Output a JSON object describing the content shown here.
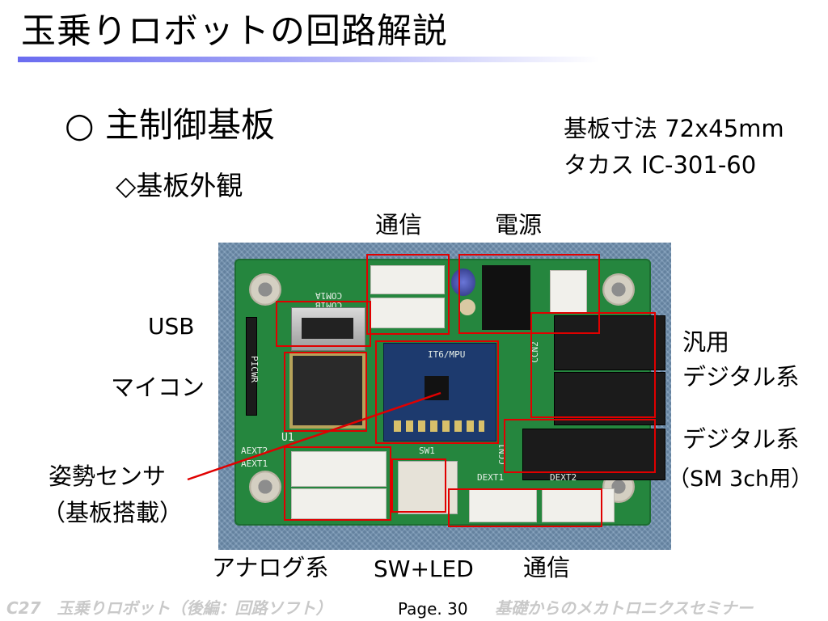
{
  "title": "玉乗りロボットの回路解説",
  "heading": "○ 主制御基板",
  "subheading": "◇基板外観",
  "board_size": "基板寸法 72x45mm",
  "board_maker": "タカス IC-301-60",
  "labels": {
    "comm_top": "通信",
    "power": "電源",
    "usb": "USB",
    "mcu": "マイコン",
    "general_line1": "汎用",
    "general_line2": "デジタル系",
    "digital": "デジタル系",
    "digital_sub": "（SM 3ch用）",
    "sensor_line1": "姿勢センサ",
    "sensor_line2": "（基板搭載）",
    "analog": "アナログ系",
    "sw_led": "SW+LED",
    "comm_bottom": "通信"
  },
  "silk": {
    "com1a": "COM1A",
    "com1b": "COM1B",
    "picwr": "PICWR",
    "u1": "U1",
    "aext2": "AEXT2",
    "aext1": "AEXT1",
    "sw1": "SW1",
    "dext1": "DEXT1",
    "dext2": "DEXT2",
    "ccn1": "CCN1",
    "ccn2": "CCN2",
    "imu": "IT6/MPU"
  },
  "footer": {
    "left": "C27　玉乗りロボット（後編：回路ソフト）",
    "page": "Page. 30",
    "right": "基礎からのメカトロニクスセミナー"
  },
  "colors": {
    "annotation": "#e00000",
    "title_bar": "#6a6cf0",
    "pcb": "#25863e"
  }
}
